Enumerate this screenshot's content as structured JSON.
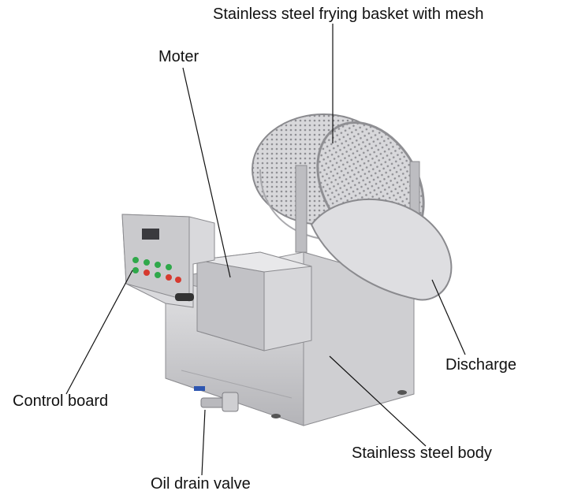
{
  "labels": {
    "basket": "Stainless steel frying basket with mesh",
    "motor": "Moter",
    "discharge": "Discharge",
    "control_board": "Control board",
    "body": "Stainless steel body",
    "drain_valve": "Oil drain valve"
  },
  "colors": {
    "steel_light": "#e4e4e6",
    "steel_mid": "#c9c9cc",
    "steel_dark": "#9d9da2",
    "leader_line": "#111111",
    "button_green": "#2fa84a",
    "button_red": "#d63a2f"
  }
}
